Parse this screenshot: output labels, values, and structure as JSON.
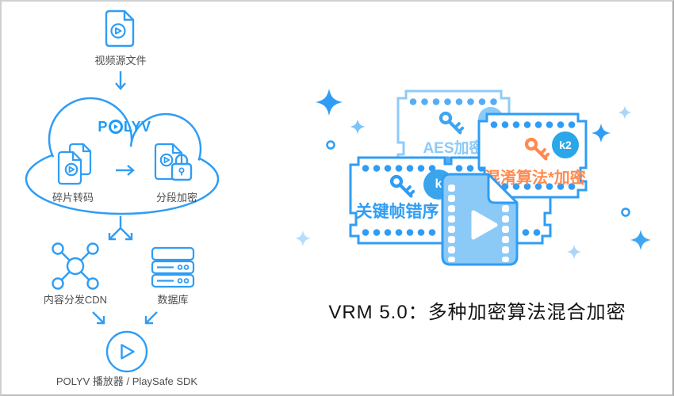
{
  "colors": {
    "primary": "#2f9df5",
    "light_blue": "#8ccaf8",
    "fill_blue": "#8bc9f7",
    "orange": "#ff8a50",
    "badge_blue": "#29a7e9",
    "label_gray": "#4d4d4d",
    "caption_black": "#141414"
  },
  "left_flow": {
    "source_label": "视频源文件",
    "cloud": {
      "logo_p": "P",
      "logo_rest": "LYV",
      "transcode_label": "碎片转码",
      "encrypt_label": "分段加密"
    },
    "cdn_label": "内容分发CDN",
    "db_label": "数据库",
    "player_label": "POLYV 播放器 / PlaySafe SDK"
  },
  "right_panel": {
    "aes_label": "AES加密",
    "scramble_label": "混淆算法*加密",
    "scramble_badge": "k2",
    "keyframe_label": "关键帧错序",
    "keyframe_badge": "k",
    "caption": "VRM 5.0：多种加密算法混合加密"
  }
}
